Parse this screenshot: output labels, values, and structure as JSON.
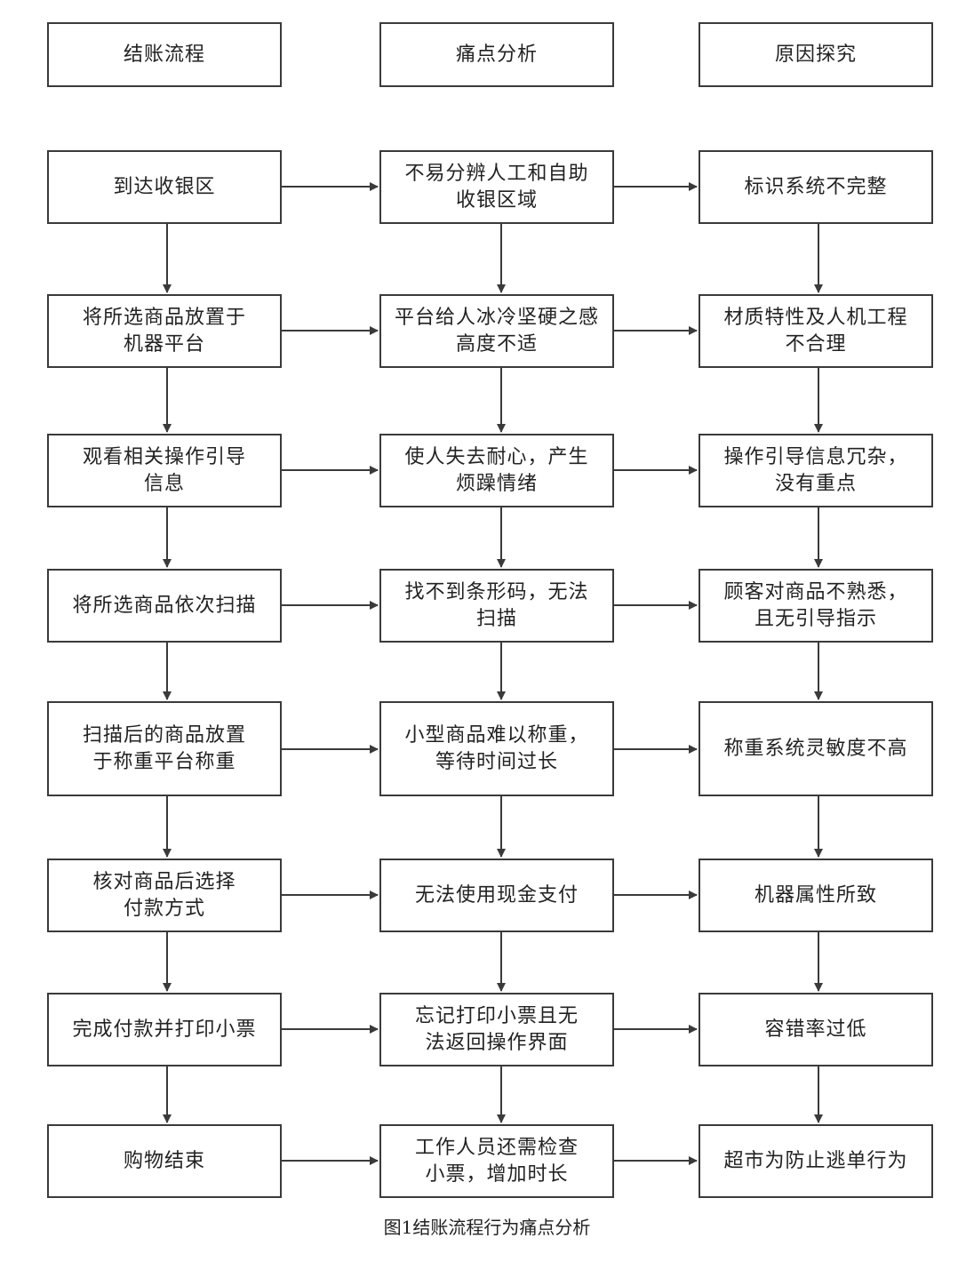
{
  "headers": [
    "结账流程",
    "痛点分析",
    "原因探究"
  ],
  "rows": [
    [
      "到达收银区",
      "不易分辨人工和自助\n收银区域",
      "标识系统不完整"
    ],
    [
      "将所选商品放置于\n机器平台",
      "平台给人冰冷坚硬之感\n高度不适",
      "材质特性及人机工程\n不合理"
    ],
    [
      "观看相关操作引导\n信息",
      "使人失去耐心，产生\n烦躁情绪",
      "操作引导信息冗杂，\n没有重点"
    ],
    [
      "将所选商品依次扫描",
      "找不到条形码，无法\n扫描",
      "顾客对商品不熟悉，\n且无引导指示"
    ],
    [
      "扫描后的商品放置\n于称重平台称重",
      "小型商品难以称重，\n等待时间过长",
      "称重系统灵敏度不高"
    ],
    [
      "核对商品后选择\n付款方式",
      "无法使用现金支付",
      "机器属性所致"
    ],
    [
      "完成付款并打印小票",
      "忘记打印小票且无\n法返回操作界面",
      "容错率过低"
    ],
    [
      "购物结束",
      "工作人员还需检查\n小票，增加时长",
      "超市为防止逃单行为"
    ]
  ],
  "caption": "图1结账流程行为痛点分析"
}
